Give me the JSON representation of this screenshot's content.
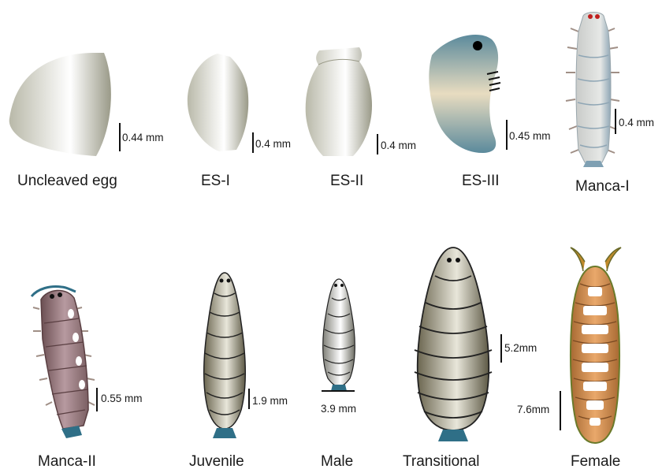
{
  "stages": [
    {
      "label": "Uncleaved egg",
      "scale": "0.44 mm"
    },
    {
      "label": "ES-I",
      "scale": "0.4 mm"
    },
    {
      "label": "ES-II",
      "scale": "0.4 mm"
    },
    {
      "label": "ES-III",
      "scale": "0.45 mm"
    },
    {
      "label": "Manca-I",
      "scale": "0.4 mm"
    },
    {
      "label": "Manca-II",
      "scale": "0.55 mm"
    },
    {
      "label": "Juvenile",
      "scale": "1.9 mm"
    },
    {
      "label": "Male",
      "scale": "3.9 mm"
    },
    {
      "label": "Transitional",
      "scale": "5.2mm"
    },
    {
      "label": "Female",
      "scale": "7.6mm"
    }
  ]
}
